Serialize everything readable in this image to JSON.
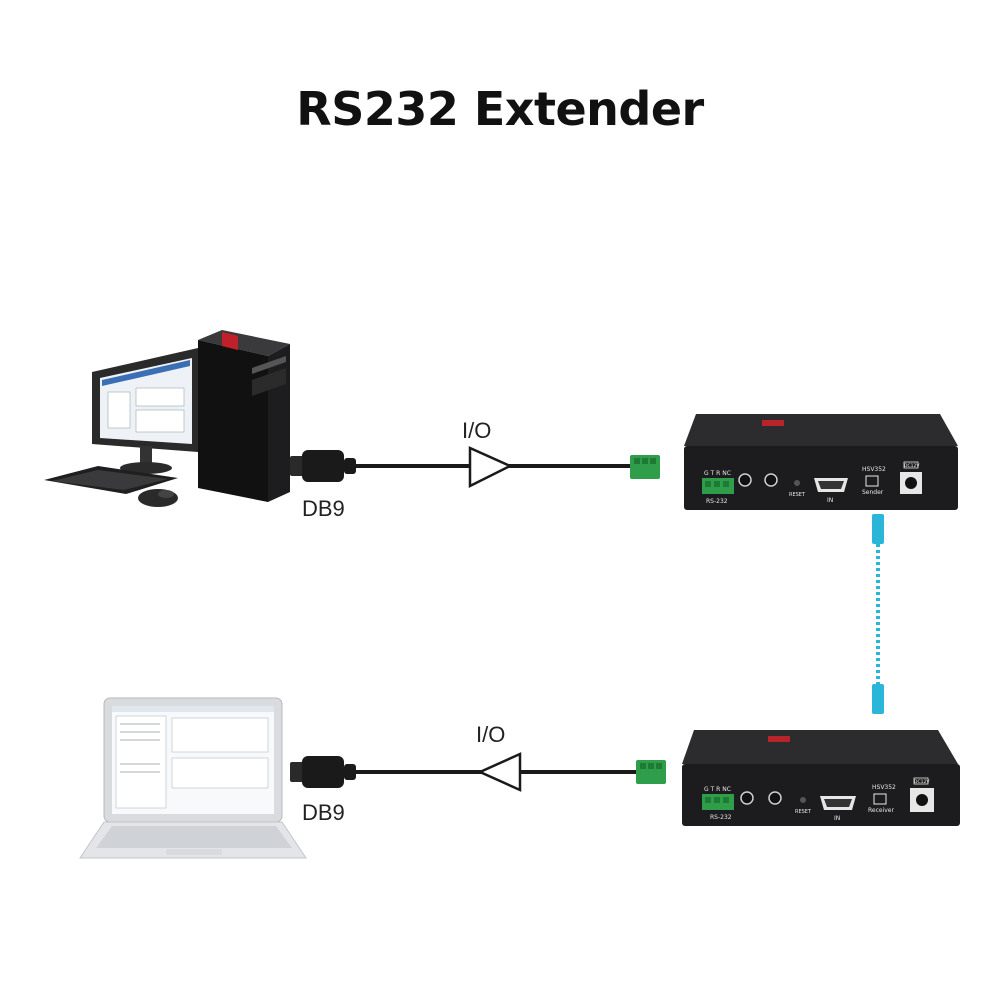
{
  "diagram": {
    "title": "RS232 Extender",
    "links": [
      {
        "signal_label": "I/O",
        "connector_label": "DB9",
        "direction": "right"
      },
      {
        "signal_label": "I/O",
        "connector_label": "DB9",
        "direction": "left"
      }
    ],
    "devices": {
      "sender": {
        "port_rs232": "RS-232",
        "terminal_pins": "G T R NC",
        "reset": "RESET",
        "hdmi": "IN",
        "model": "HSV352",
        "role": "Sender",
        "power": "DC12V"
      },
      "receiver": {
        "port_rs232": "RS-232",
        "terminal_pins": "G T R NC",
        "reset": "RESET",
        "hdmi": "IN",
        "model": "HSV352",
        "role": "Receiver",
        "power": "DC12V"
      }
    },
    "colors": {
      "cable": "#1a1a1a",
      "terminal_green": "#2e9e4a",
      "network_cable": "#29b6d8",
      "device_body": "#1c1c1e"
    }
  }
}
